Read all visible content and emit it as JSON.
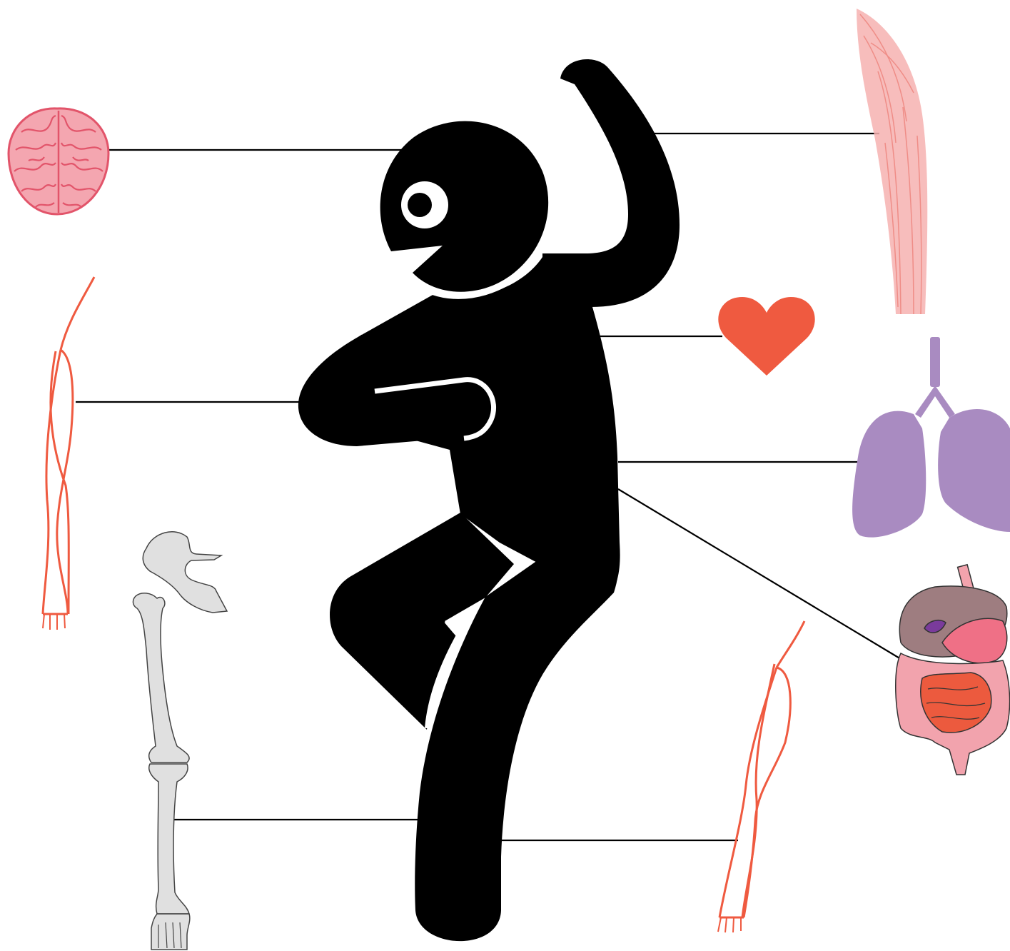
{
  "diagram": {
    "description_visible_text": "",
    "figure": {
      "icon": "stick-figure-icon",
      "color": "#000000"
    },
    "organs": [
      {
        "key": "brain",
        "icon": "brain-icon",
        "color": "#f4a6b0",
        "stroke": "#e2546a"
      },
      {
        "key": "muscle",
        "icon": "arm-muscle-icon",
        "color": "#f6b2b0",
        "stroke": "#ef8d87"
      },
      {
        "key": "heart",
        "icon": "heart-icon",
        "color": "#ef5a40"
      },
      {
        "key": "lungs",
        "icon": "lungs-icon",
        "color": "#a98bc1"
      },
      {
        "key": "digestive",
        "icon": "digestive-system-icon",
        "color": "#f2a3ad",
        "liver": "#9e7d80",
        "stomach": "#ef7086",
        "small_intestine": "#ec5a3e",
        "gallbladder": "#7a3b9b"
      },
      {
        "key": "nerve-upper",
        "icon": "nerve-icon",
        "color": "#ef5a40"
      },
      {
        "key": "nerve-lower",
        "icon": "nerve-icon",
        "color": "#ef5a40"
      },
      {
        "key": "skeleton-leg",
        "icon": "leg-bones-icon",
        "color": "#e0e0e0",
        "stroke": "#444444"
      }
    ],
    "connector_color": "#000000"
  }
}
